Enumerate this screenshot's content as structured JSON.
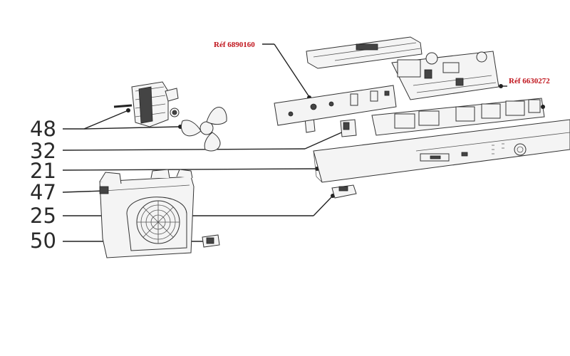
{
  "refs": {
    "top": "Réf 6890160",
    "right": "Réf 6630272"
  },
  "callouts": [
    "48",
    "32",
    "21",
    "47",
    "25",
    "50"
  ],
  "colors": {
    "ref_text": "#c0141c",
    "line": "#222222"
  }
}
